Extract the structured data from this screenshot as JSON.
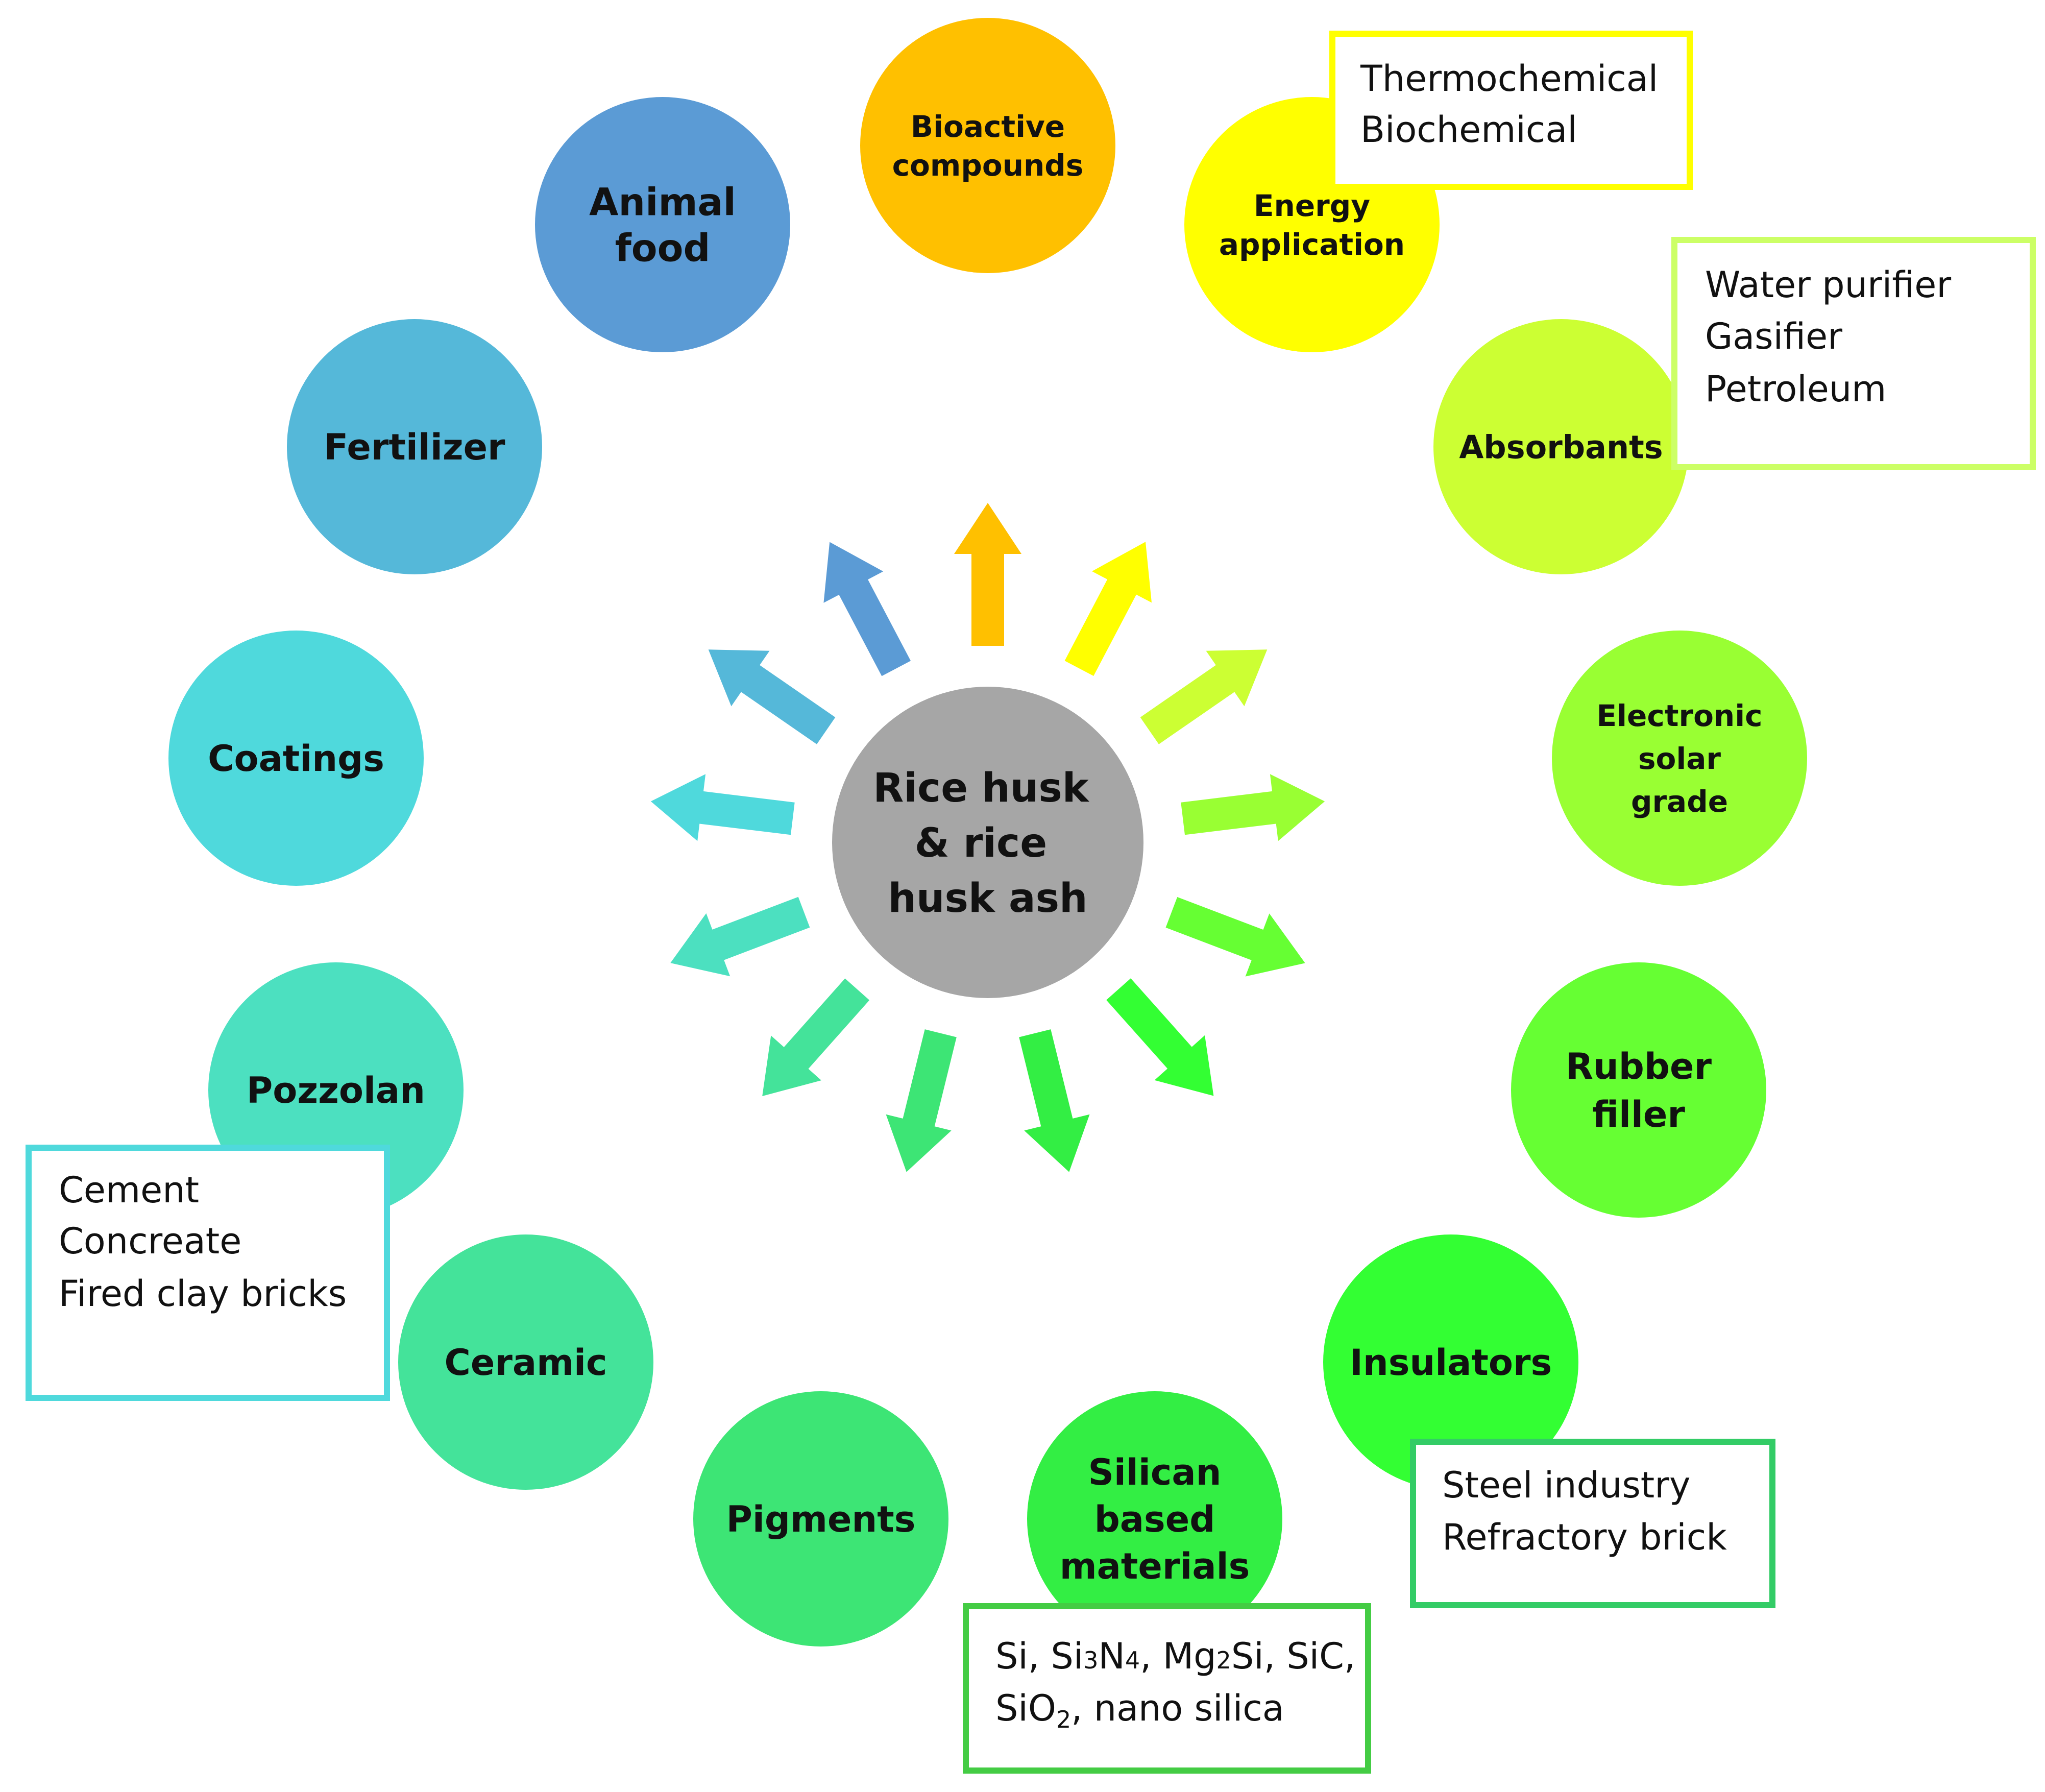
{
  "center": {
    "label_lines": [
      "Rice husk",
      "& rice",
      "husk ash"
    ],
    "color": "#A6A6A6"
  },
  "nodes": [
    {
      "id": "bioactive-compounds",
      "lines": [
        "Bioactive",
        "compounds"
      ],
      "color": "#FFC000"
    },
    {
      "id": "energy-application",
      "lines": [
        "Energy",
        "application"
      ],
      "color": "#FFFF00"
    },
    {
      "id": "absorbants",
      "lines": [
        "Absorbants"
      ],
      "color": "#CCFF33"
    },
    {
      "id": "electronic-solar-grade",
      "lines": [
        "Electronic",
        "solar",
        "grade"
      ],
      "color": "#99FF33"
    },
    {
      "id": "rubber-filler",
      "lines": [
        "Rubber",
        "filler"
      ],
      "color": "#66FF33"
    },
    {
      "id": "insulators",
      "lines": [
        "Insulators"
      ],
      "color": "#33FF33"
    },
    {
      "id": "silican-based-materials",
      "lines": [
        "Silican",
        "based",
        "materials"
      ],
      "color": "#33EE44"
    },
    {
      "id": "pigments",
      "lines": [
        "Pigments"
      ],
      "color": "#3DE575"
    },
    {
      "id": "ceramic",
      "lines": [
        "Ceramic"
      ],
      "color": "#44E39A"
    },
    {
      "id": "pozzolan",
      "lines": [
        "Pozzolan"
      ],
      "color": "#4CE0C0"
    },
    {
      "id": "coatings",
      "lines": [
        "Coatings"
      ],
      "color": "#4FD9DC"
    },
    {
      "id": "fertilizer",
      "lines": [
        "Fertilizer"
      ],
      "color": "#55B8D9"
    },
    {
      "id": "animal-food",
      "lines": [
        "Animal",
        "food"
      ],
      "color": "#5B9BD5"
    }
  ],
  "boxes": [
    {
      "id": "energy-box",
      "lines": [
        "Thermochemical",
        "Biochemical"
      ],
      "border_color": "#FFFF00"
    },
    {
      "id": "absorbants-box",
      "lines": [
        "Water purifier",
        "Gasifier",
        "Petroleum"
      ],
      "border_color": "#CCFF66"
    },
    {
      "id": "pozzolan-box",
      "lines": [
        "Cement",
        "Concreate",
        "Fired clay bricks"
      ],
      "border_color": "#4FD9DC"
    },
    {
      "id": "insulators-box",
      "lines": [
        "Steel industry",
        "Refractory brick"
      ],
      "border_color": "#33CC66"
    },
    {
      "id": "silica-box",
      "formula_line_1": [
        "Si, Si",
        "3",
        "N",
        "4",
        ", Mg",
        "2",
        "Si, SiC,"
      ],
      "formula_line_2": [
        "SiO",
        "2",
        ", nano silica"
      ],
      "border_color": "#44CC44"
    }
  ]
}
